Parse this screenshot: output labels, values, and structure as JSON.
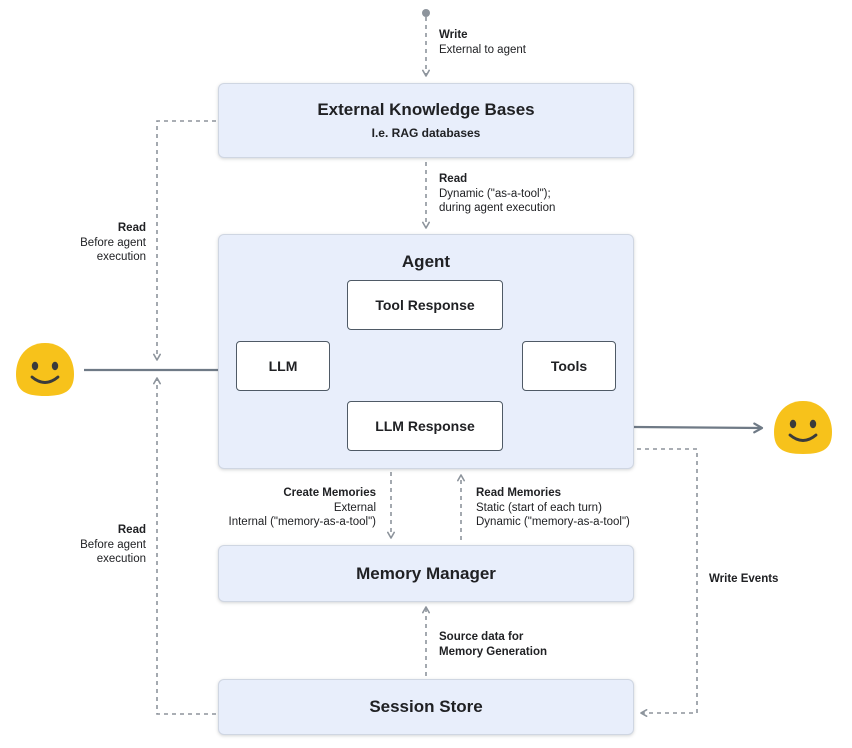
{
  "boxes": {
    "ekb": {
      "title": "External Knowledge Bases",
      "subtitle": "I.e. RAG databases"
    },
    "agent": {
      "title": "Agent"
    },
    "tool_response": "Tool Response",
    "llm": "LLM",
    "tools": "Tools",
    "llm_response": "LLM Response",
    "memory_manager": "Memory Manager",
    "session_store": "Session Store"
  },
  "labels": {
    "write_top": {
      "title": "Write",
      "lines": [
        "External to agent"
      ]
    },
    "read_dynamic": {
      "title": "Read",
      "lines": [
        "Dynamic (\"as-a-tool\");",
        "during agent execution"
      ]
    },
    "read_before_top": {
      "title": "Read",
      "lines": [
        "Before agent",
        "execution"
      ]
    },
    "read_before_bottom": {
      "title": "Read",
      "lines": [
        "Before agent",
        "execution"
      ]
    },
    "create_memories": {
      "title": "Create Memories",
      "lines": [
        "External",
        "Internal (\"memory-as-a-tool\")"
      ]
    },
    "read_memories": {
      "title": "Read Memories",
      "lines": [
        "Static (start of each turn)",
        "Dynamic (\"memory-as-a-tool\")"
      ]
    },
    "write_events": {
      "title": "Write Events"
    },
    "source_data": {
      "title": "Source data for",
      "title2": "Memory Generation"
    }
  },
  "icons": {
    "user_face": "smiling-face-icon",
    "agent_face": "smiling-face-icon"
  },
  "colors": {
    "box_fill": "#e8eefb",
    "face_fill": "#f7c21b",
    "arrow": "#6f7a86",
    "dashed": "#9aa1a9"
  }
}
